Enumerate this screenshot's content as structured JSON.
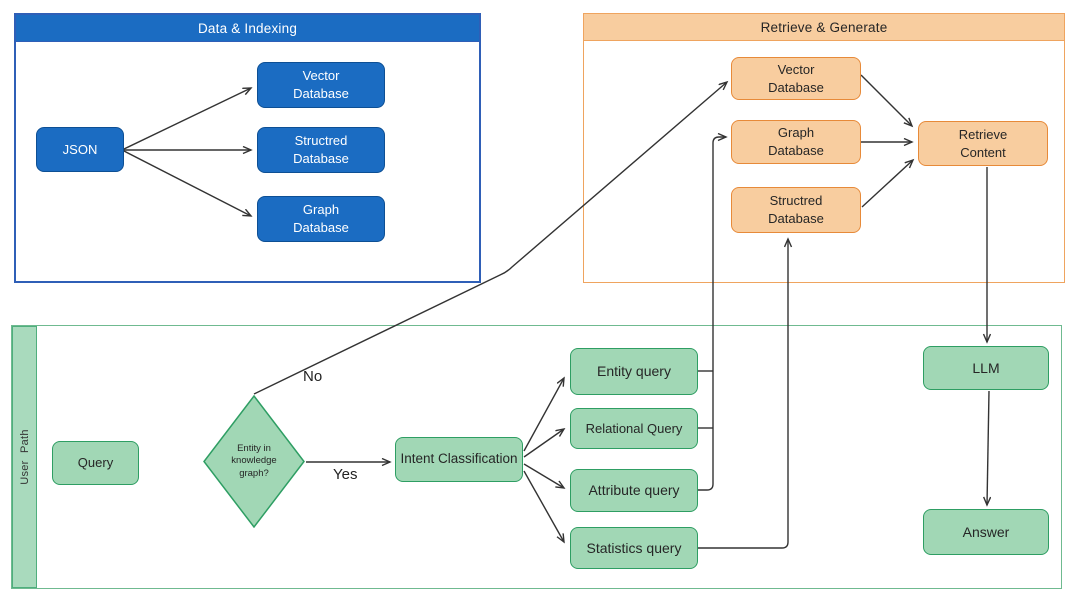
{
  "sections": {
    "data_indexing": {
      "title": "Data & Indexing"
    },
    "retrieve_generate": {
      "title": "Retrieve & Generate"
    },
    "user_path": {
      "title": "User Path"
    }
  },
  "nodes": {
    "json": "JSON",
    "vector_database_indexing": "Vector\nDatabase",
    "structured_database_indexing": "Structred\nDatabase",
    "graph_database_indexing": "Graph\nDatabase",
    "vector_database_retrieve": "Vector\nDatabase",
    "graph_database_retrieve": "Graph\nDatabase",
    "structured_database_retrieve": "Structred\nDatabase",
    "retrieve_content": "Retrieve\nContent",
    "query": "Query",
    "decision": "Entity in\nknowledge\ngraph?",
    "intent_classification": "Intent Classification",
    "entity_query": "Entity query",
    "relational_query": "Relational Query",
    "attribute_query": "Attribute query",
    "statistics_query": "Statistics query",
    "llm": "LLM",
    "answer": "Answer"
  },
  "edge_labels": {
    "no": "No",
    "yes": "Yes"
  },
  "colors": {
    "blue_fill": "#1b6cc2",
    "blue_border": "#0d4f94",
    "blue_container_border": "#2f5fb7",
    "orange_fill": "#f8cd9f",
    "orange_border": "#e78a39",
    "orange_container_border": "#efa45f",
    "green_fill": "#a1d7b5",
    "green_border": "#2e9e63",
    "green_container_border": "#6fba90",
    "arrow": "#333333"
  }
}
